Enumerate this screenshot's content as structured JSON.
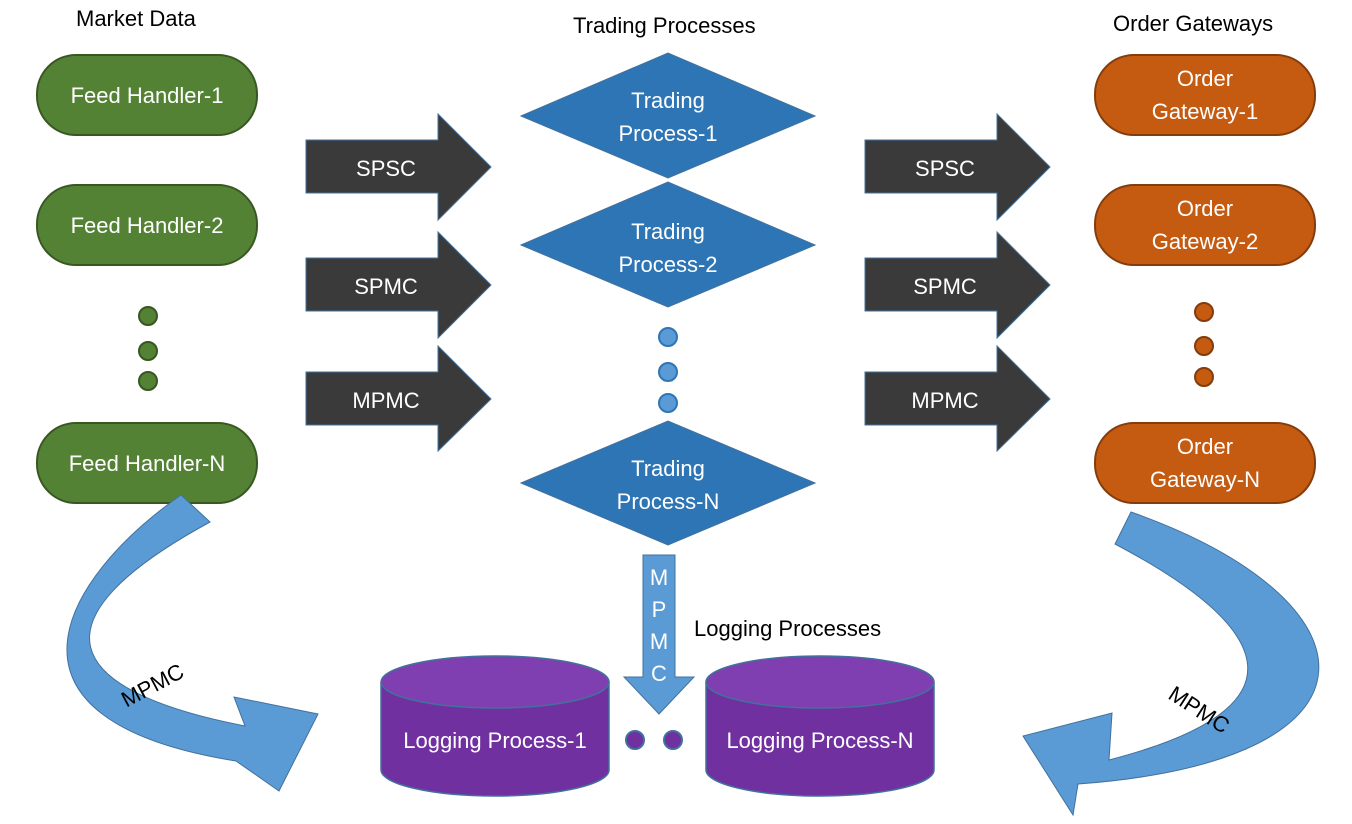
{
  "headings": {
    "market_data": "Market Data",
    "trading_processes": "Trading Processes",
    "order_gateways": "Order Gateways",
    "logging_processes": "Logging Processes"
  },
  "feed_handlers": [
    "Feed Handler-1",
    "Feed Handler-2",
    "Feed Handler-N"
  ],
  "trading_processes": [
    [
      "Trading",
      "Process-1"
    ],
    [
      "Trading",
      "Process-2"
    ],
    [
      "Trading",
      "Process-N"
    ]
  ],
  "order_gateways": [
    [
      "Order",
      "Gateway-1"
    ],
    [
      "Order",
      "Gateway-2"
    ],
    [
      "Order",
      "Gateway-N"
    ]
  ],
  "left_arrows": [
    "SPSC",
    "SPMC",
    "MPMC"
  ],
  "right_arrows": [
    "SPSC",
    "SPMC",
    "MPMC"
  ],
  "down_arrow_letters": [
    "M",
    "P",
    "M",
    "C"
  ],
  "logging_processes": [
    "Logging Process-1",
    "Logging Process-N"
  ],
  "curved_arrow_left_label": "MPMC",
  "curved_arrow_right_label": "MPMC",
  "colors": {
    "feed_handler": "#548235",
    "trading_process": "#2e75b6",
    "order_gateway": "#c55a11",
    "queue_arrow": "#3a3a3a",
    "logging_process": "#7030a0",
    "curved_arrow": "#5b9bd5"
  }
}
